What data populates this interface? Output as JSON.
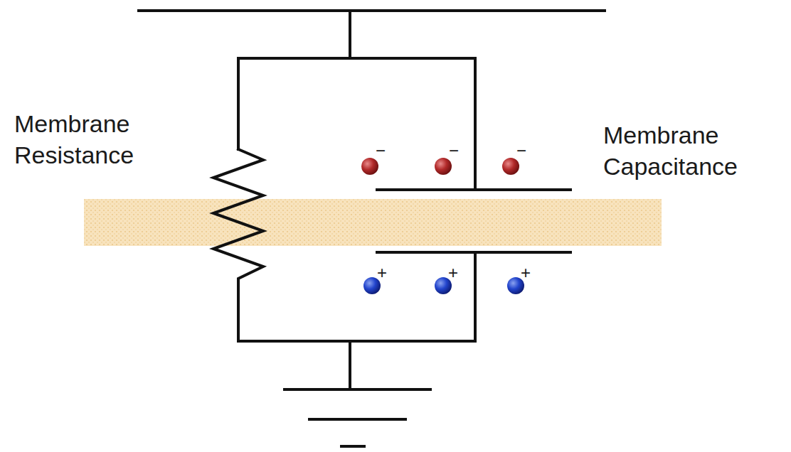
{
  "diagram": {
    "labels": [
      "Membrane Resistance",
      "Membrane Capacitance",
      "−",
      "−",
      "−",
      "+",
      "+",
      "+"
    ]
  }
}
